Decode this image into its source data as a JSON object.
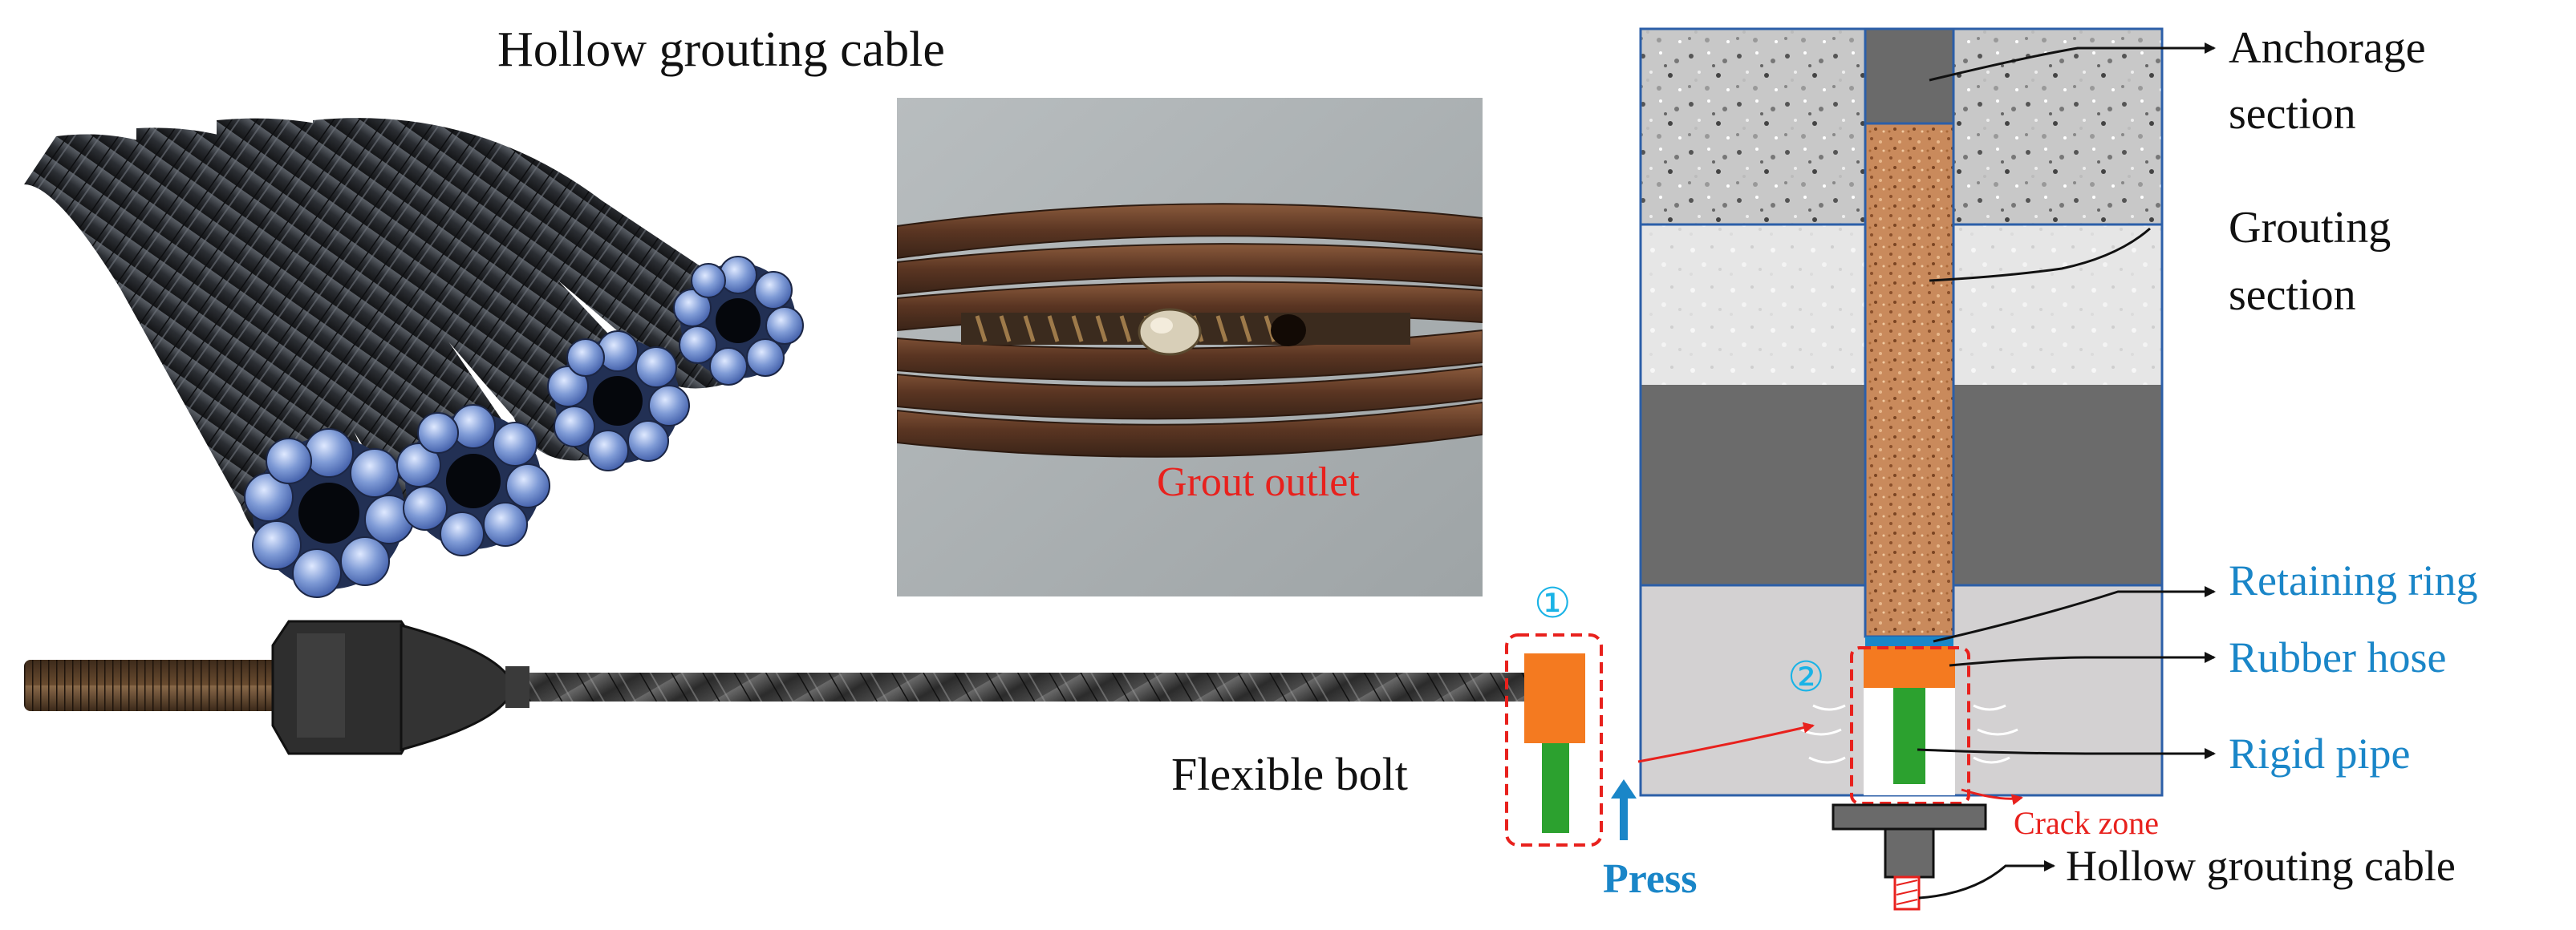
{
  "labels": {
    "hollow_grouting_cable_title": "Hollow grouting cable",
    "grout_outlet": "Grout outlet",
    "flexible_bolt": "Flexible bolt",
    "press": "Press",
    "step1": "①",
    "step2": "②",
    "anchorage_line1": "Anchorage",
    "anchorage_line2": "section",
    "grouting_line1": "Grouting",
    "grouting_line2": "section",
    "retaining_ring": "Retaining ring",
    "rubber_hose": "Rubber hose",
    "rigid_pipe": "Rigid pipe",
    "crack_zone": "Crack zone",
    "hollow_grouting_cable_bottom": "Hollow grouting cable"
  },
  "colors": {
    "label_black": "#111111",
    "label_blue": "#1a86c8",
    "label_red": "#e8211d",
    "step_cyan": "#1ab3e6",
    "rubber_orange": "#f47a20",
    "pipe_green": "#2ca12f",
    "rock_dark": "#6b6b6b",
    "rock_light": "#d3d1d2",
    "frame_blue": "#2c5fa8",
    "grout_brown": "#c98a5c"
  },
  "icons": {
    "press_arrow": "arrow-up-icon",
    "leader_arrow": "arrow-right-icon"
  }
}
